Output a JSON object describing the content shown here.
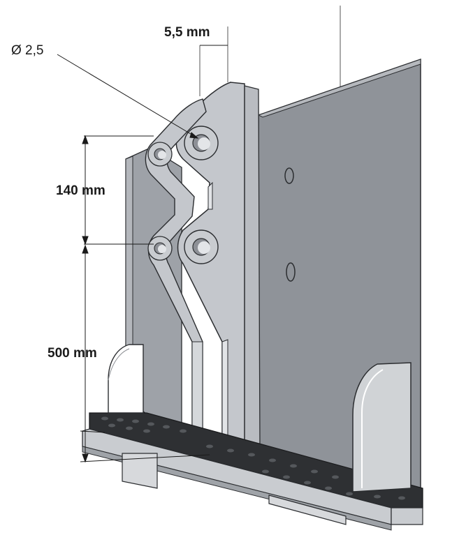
{
  "diagram": {
    "labels": {
      "diameter": "Ø 2,5",
      "thickness": "5,5 mm",
      "hole_spacing": "140 mm",
      "height": "500 mm"
    },
    "colors": {
      "panel_face": "#8f9399",
      "panel_side": "#a9adb3",
      "bracket_face": "#c4c7cc",
      "bracket_edge": "#e2e4e7",
      "base_dark": "#2e3033",
      "base_side": "#c9ccd0",
      "outline": "#2b2d30",
      "dim_line": "#3a3a3a"
    }
  }
}
